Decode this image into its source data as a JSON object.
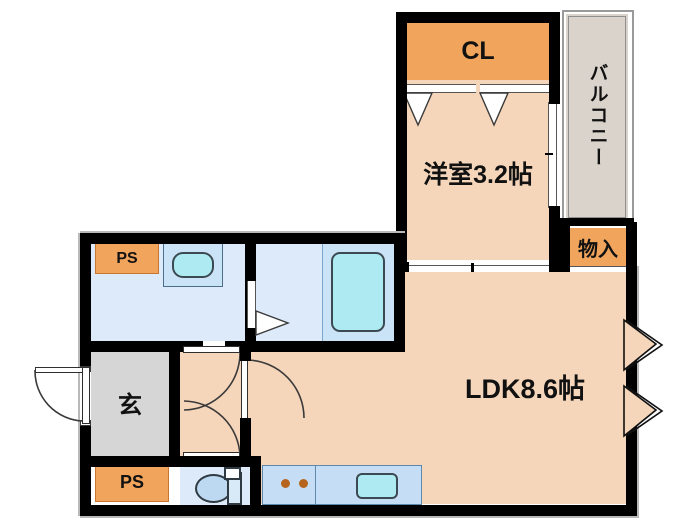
{
  "plan": {
    "kind": "floor-plan",
    "layout_type": "1LDK",
    "unit": "帖",
    "rooms": [
      {
        "id": "bedroom",
        "label": "洋室3.2帖",
        "size": 3.2,
        "name_ja": "洋室"
      },
      {
        "id": "ldk",
        "label": "LDK8.6帖",
        "size": 8.6,
        "name_ja": "LDK"
      },
      {
        "id": "closet",
        "label": "CL"
      },
      {
        "id": "balcony",
        "label": "バルコニー"
      },
      {
        "id": "storage",
        "label": "物入"
      },
      {
        "id": "entrance",
        "label": "玄"
      },
      {
        "id": "ps_upper",
        "label": "PS"
      },
      {
        "id": "ps_lower",
        "label": "PS"
      }
    ],
    "fixtures": [
      {
        "id": "bathtub",
        "name": "bathtub"
      },
      {
        "id": "vanity-basin",
        "name": "washbasin"
      },
      {
        "id": "toilet",
        "name": "toilet"
      },
      {
        "id": "kitchen-sink",
        "name": "kitchen-sink"
      },
      {
        "id": "gas-stove",
        "name": "two-burner-stove",
        "burners": 2
      }
    ],
    "openings": [
      {
        "id": "entrance-door",
        "name": "entrance-door",
        "type": "swing-out"
      },
      {
        "id": "closet-doors",
        "name": "closet-folding-doors",
        "type": "folding"
      },
      {
        "id": "bedroom-ldk-door",
        "name": "sliding-door",
        "type": "sliding"
      },
      {
        "id": "balcony-door",
        "name": "balcony-sliding-door",
        "type": "sliding"
      },
      {
        "id": "storage-door",
        "name": "storage-folding-door",
        "type": "folding"
      },
      {
        "id": "bath-door",
        "name": "bath-door",
        "type": "folding"
      },
      {
        "id": "washroom-door",
        "name": "washroom-door",
        "type": "swing"
      },
      {
        "id": "corridor-door",
        "name": "corridor-door",
        "type": "swing"
      },
      {
        "id": "toilet-door",
        "name": "toilet-door",
        "type": "swing"
      },
      {
        "id": "ldk-window-1",
        "name": "bay-window",
        "type": "bay"
      },
      {
        "id": "ldk-window-2",
        "name": "bay-window",
        "type": "bay"
      }
    ],
    "colors": {
      "wall": "#000000",
      "living_floor": "#f6d6bb",
      "wet_floor": "#dceafa",
      "bath_floor": "#cbe3f7",
      "genkan_floor": "#d6d6d6",
      "balcony_floor": "#d9d3cb",
      "kitchen_floor": "#c6def5",
      "tag_orange": "#f0a45c",
      "fixture_cyan": "#aeeaf2"
    }
  }
}
